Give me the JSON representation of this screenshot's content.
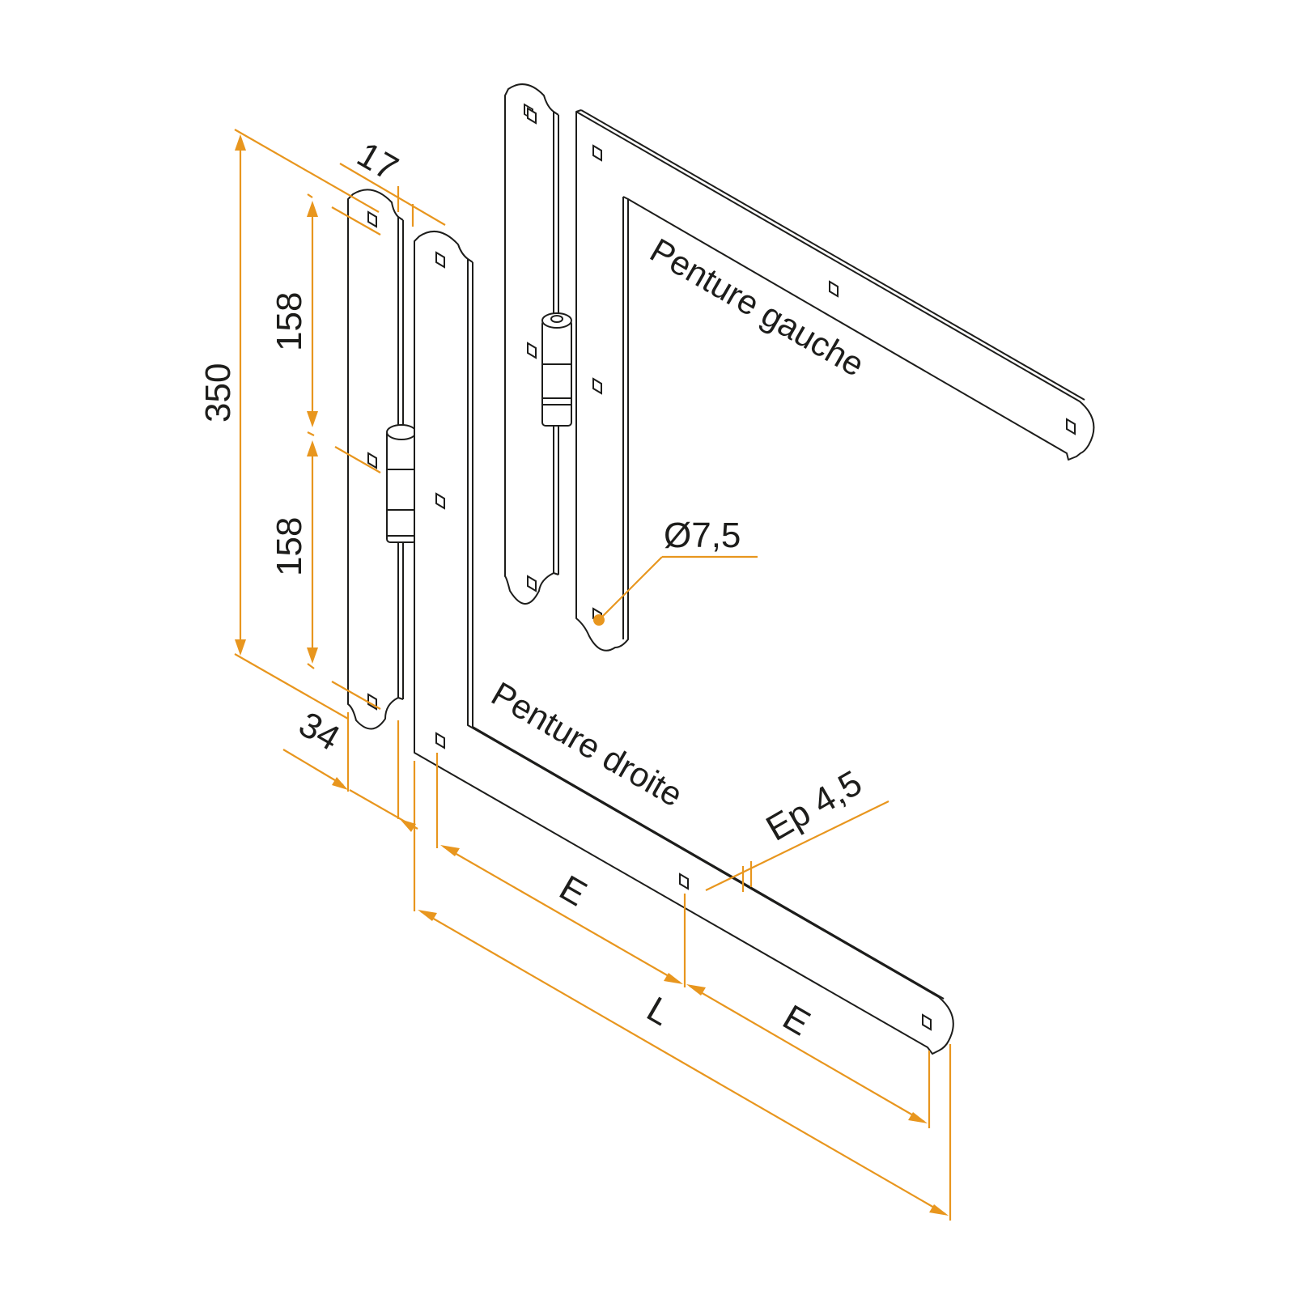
{
  "dimensions": {
    "total_height": "350",
    "upper_spacing": "158",
    "lower_spacing": "158",
    "plate_width": "34",
    "offset_width": "17",
    "hole_diameter": "Ø7,5",
    "thickness": "Ep 4,5",
    "spacing_e1": "E",
    "spacing_e2": "E",
    "length": "L"
  },
  "labels": {
    "left_strap": "Penture gauche",
    "right_strap": "Penture droite"
  },
  "colors": {
    "dimension": "#e8961e",
    "line": "#1d1d1b"
  }
}
